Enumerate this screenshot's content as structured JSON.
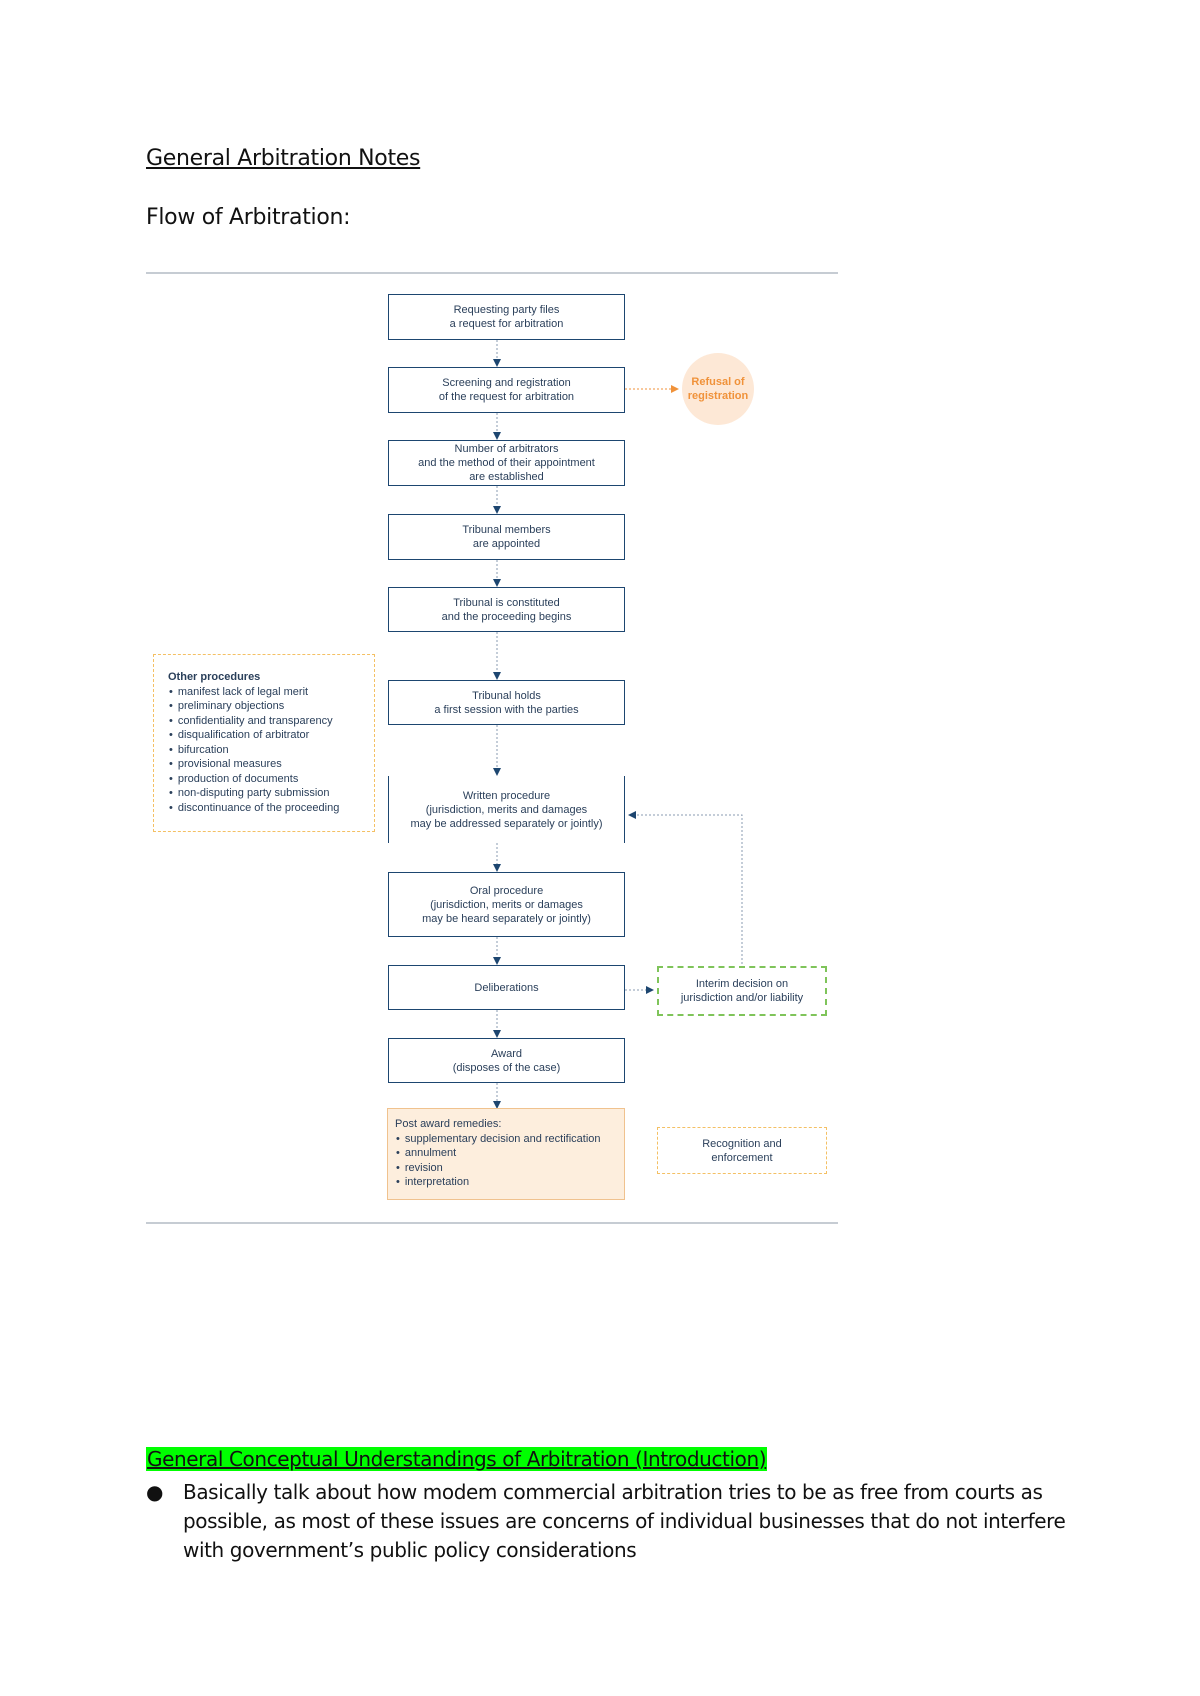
{
  "document": {
    "title": "General Arbitration Notes",
    "subtitle": "Flow of Arbitration:"
  },
  "flowchart": {
    "steps": [
      "Requesting party files\na request for arbitration",
      "Screening and registration\nof the request for arbitration",
      "Number of arbitrators\nand the method of their appointment\nare established",
      "Tribunal members\nare appointed",
      "Tribunal is constituted\nand the proceeding begins",
      "Tribunal holds\na first session with the parties",
      "Written procedure\n(jurisdiction, merits and damages\nmay be addressed separately or jointly)",
      "Oral procedure\n(jurisdiction, merits or damages\nmay be heard separately or jointly)",
      "Deliberations",
      "Award\n(disposes of the case)"
    ],
    "refusal": "Refusal of\nregistration",
    "other_procedures": {
      "heading": "Other procedures",
      "items": [
        "manifest lack of legal merit",
        "preliminary objections",
        "confidentiality and transparency",
        "disqualification of arbitrator",
        "bifurcation",
        "provisional measures",
        "production of documents",
        "non-disputing party submission",
        "discontinuance of the proceeding"
      ]
    },
    "post_award": {
      "heading": "Post award remedies:",
      "items": [
        "supplementary decision and rectification",
        "annulment",
        "revision",
        "interpretation"
      ]
    },
    "interim": "Interim decision on\njurisdiction and/or liability",
    "recognition": "Recognition and\nenforcement",
    "colors": {
      "box_border": "#1d4670",
      "refusal_fill": "#fde8d6",
      "refusal_text": "#f0923a",
      "post_award_fill": "#fdeedd",
      "interim_border": "#7fc45a",
      "dashed_orange": "#f4c064"
    }
  },
  "section": {
    "heading": "General Conceptual Understandings of Arbitration (Introduction)",
    "highlight_color": "#00ff00",
    "bullets": [
      "Basically talk about how modem commercial arbitration tries to be as free from courts as possible, as most of these issues are concerns of individual businesses that do not interfere with government’s public policy considerations"
    ]
  }
}
